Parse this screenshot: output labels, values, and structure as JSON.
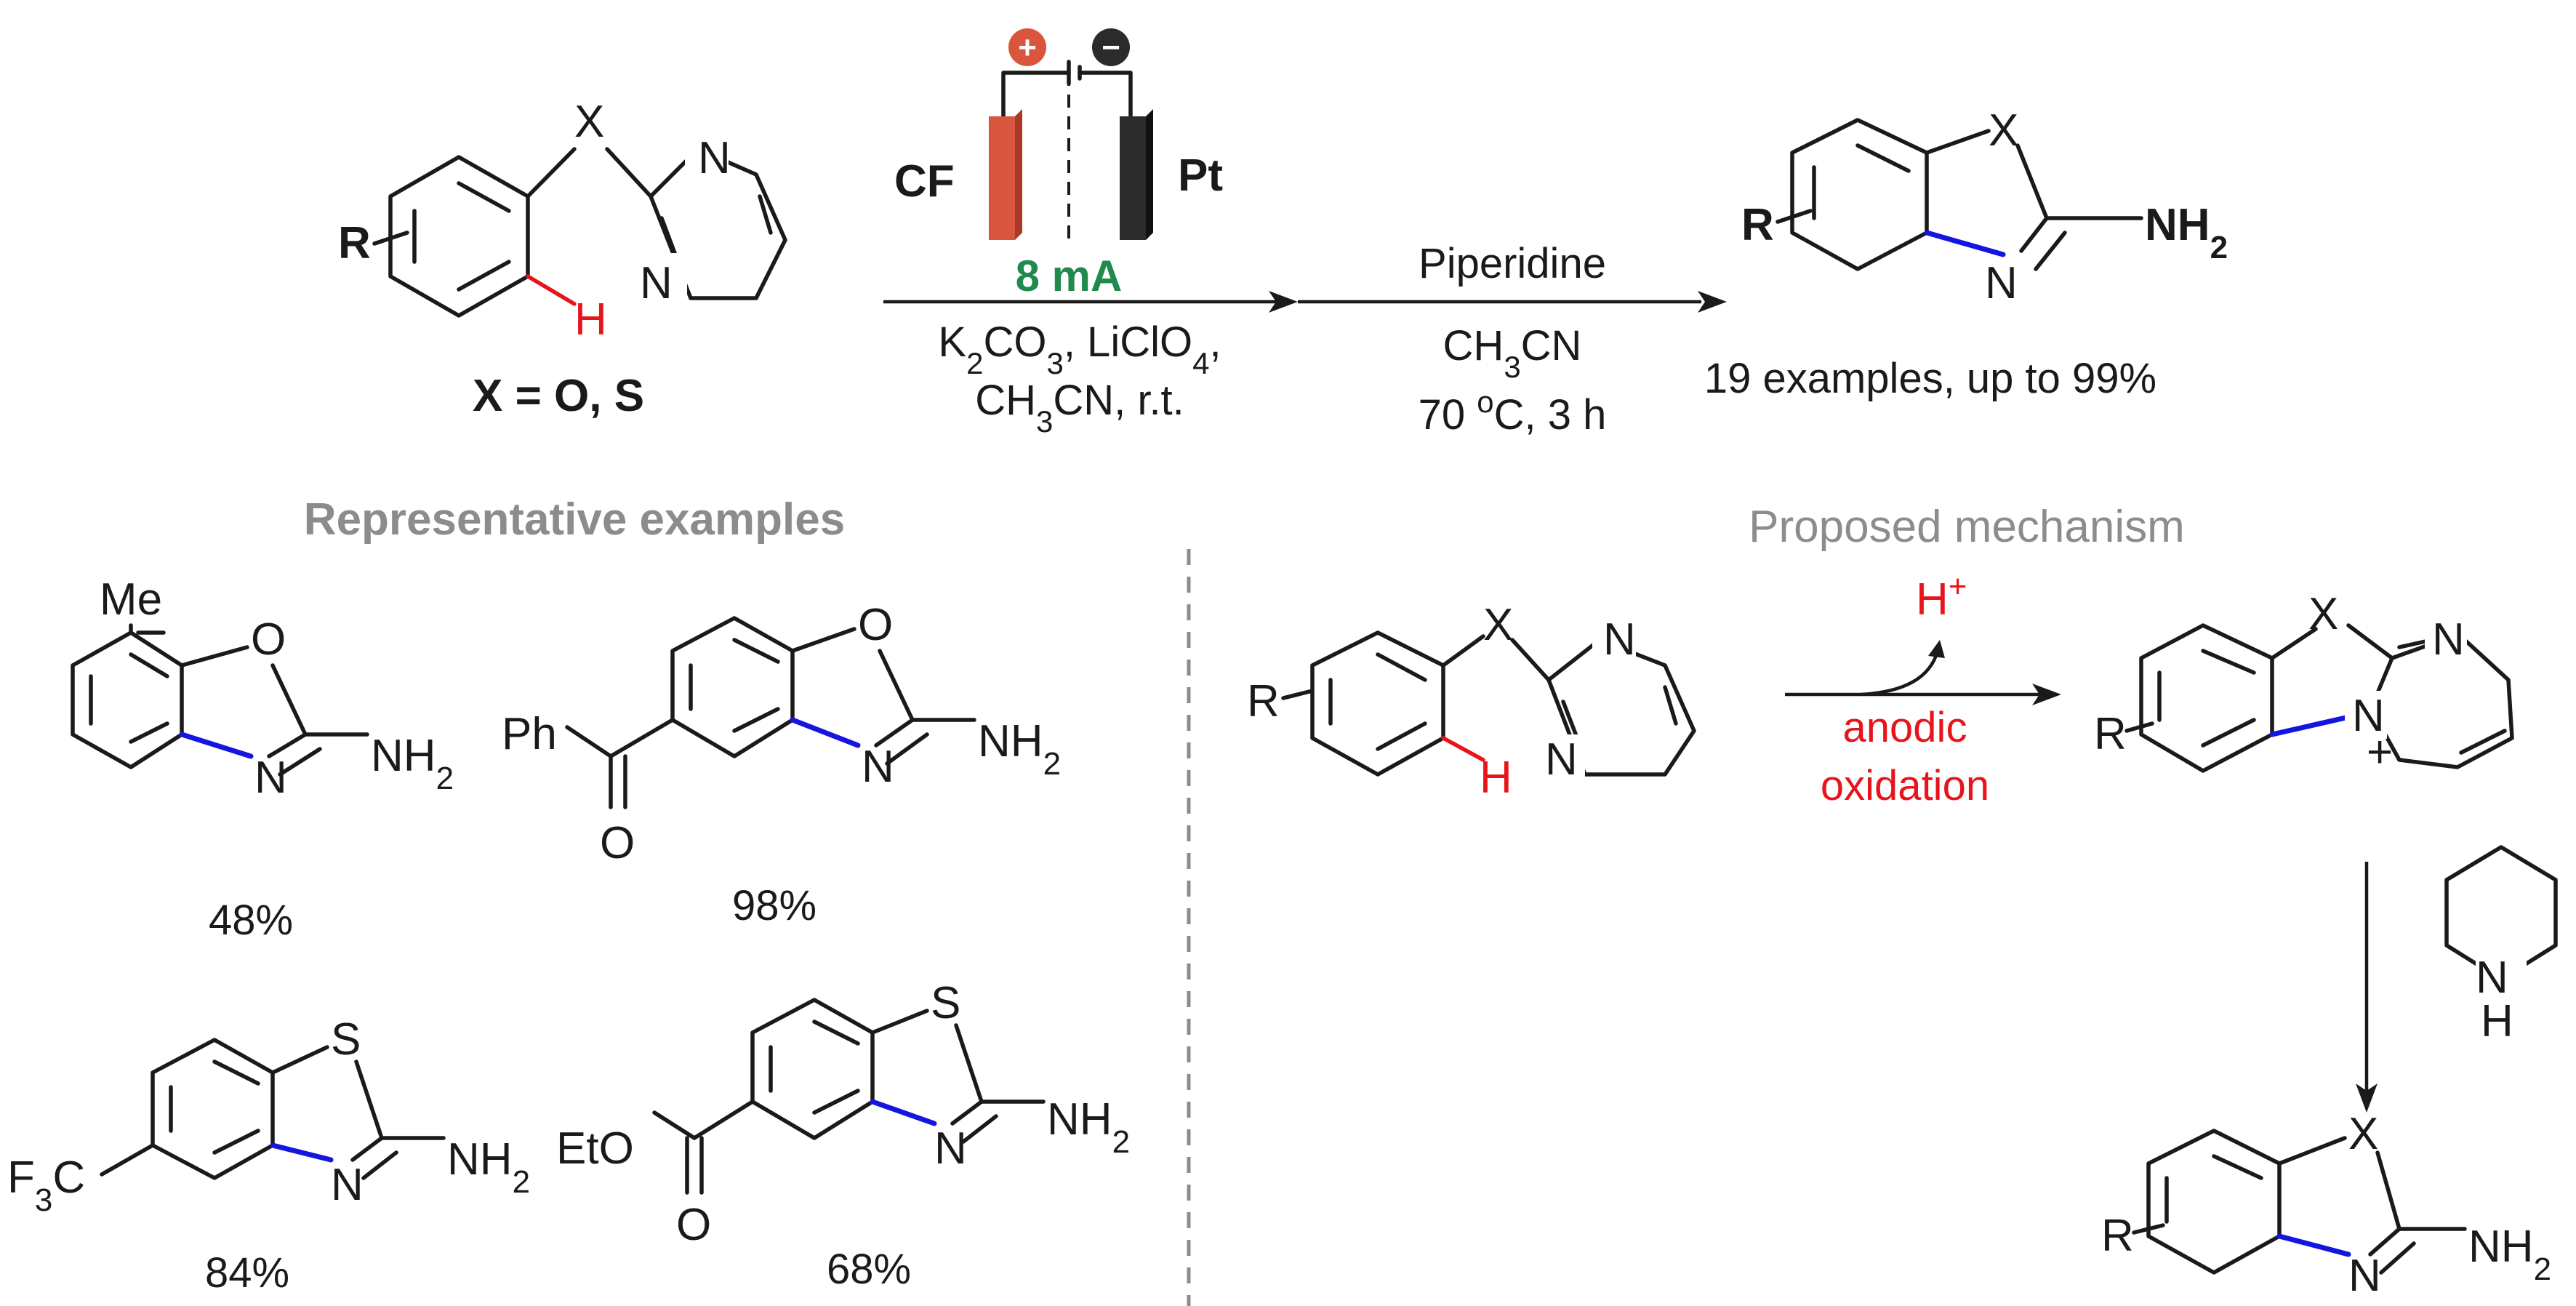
{
  "colors": {
    "bond": "#1a1a1a",
    "new_bond": "#1515e0",
    "hydrogen": "#e8141c",
    "current": "#1f8a4c",
    "anode": "#d9553e",
    "cathode": "#2b2b2b",
    "section_title": "#8c8c8c"
  },
  "atoms": {
    "X": "X",
    "N": "N",
    "O": "O",
    "S": "S",
    "H": "H",
    "R": "R",
    "NH2_main": "NH",
    "NH2_sub": "2",
    "Me": "Me",
    "Ph": "Ph",
    "F3C_main": "F",
    "F3C_sub": "3",
    "F3C_tail": "C",
    "EtO": "EtO",
    "piperidine_NH": "NH",
    "plus": "+"
  },
  "reaction": {
    "x_note": "X = O, S",
    "anode_label": "CF",
    "cathode_label": "Pt",
    "plus_sign": "+",
    "minus_sign": "−",
    "current": "8 mA",
    "step1_reagents": {
      "k": "K",
      "k_sub": "2",
      "co": "CO",
      "co_sub": "3",
      "licl": ", LiClO",
      "licl_sub": "4",
      "licl_tail": ",",
      "solvent_a": "CH",
      "solvent_sub": "3",
      "solvent_b": "CN, r.t."
    },
    "step2_reagents": {
      "base": "Piperidine",
      "solvent_a": "CH",
      "solvent_sub": "3",
      "solvent_b": "CN",
      "conditions_a": "70 ",
      "conditions_sup": "o",
      "conditions_b": "C, 3 h"
    },
    "scope_note": "19 examples, up to 99%"
  },
  "examples": {
    "title": "Representative examples",
    "yields": [
      "48%",
      "98%",
      "84%",
      "68%"
    ]
  },
  "mechanism": {
    "title": "Proposed mechanism",
    "byproduct": "H",
    "byproduct_charge": "+",
    "step_label_1": "anodic",
    "step_label_2": "oxidation"
  }
}
